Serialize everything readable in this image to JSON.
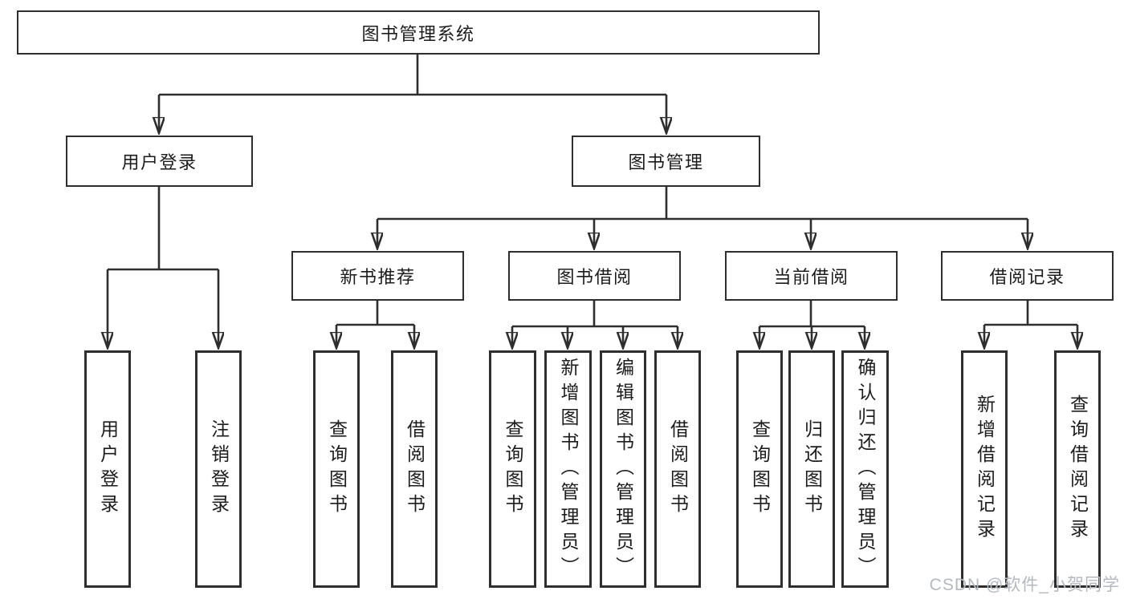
{
  "colors": {
    "background": "#ffffff",
    "line": "#2e2e2e",
    "box_border": "#2e2e2e",
    "text": "#1c1c1c",
    "watermark": "#b3b9c1"
  },
  "watermark": {
    "text": "CSDN @软件_小贺同学"
  },
  "tree": {
    "root": {
      "label": "图书管理系统"
    },
    "branches": [
      {
        "label": "用户登录",
        "leaves": [
          {
            "label": "用户登录"
          },
          {
            "label": "注销登录"
          }
        ]
      },
      {
        "label": "图书管理",
        "groups": [
          {
            "label": "新书推荐",
            "leaves": [
              {
                "label": "查询图书"
              },
              {
                "label": "借阅图书"
              }
            ]
          },
          {
            "label": "图书借阅",
            "leaves": [
              {
                "label": "查询图书"
              },
              {
                "label": "新增图书（管理员）"
              },
              {
                "label": "编辑图书（管理员）"
              },
              {
                "label": "借阅图书"
              }
            ]
          },
          {
            "label": "当前借阅",
            "leaves": [
              {
                "label": "查询图书"
              },
              {
                "label": "归还图书"
              },
              {
                "label": "确认归还（管理员）"
              }
            ]
          },
          {
            "label": "借阅记录",
            "leaves": [
              {
                "label": "新增借阅记录"
              },
              {
                "label": "查询借阅记录"
              }
            ]
          }
        ]
      }
    ]
  }
}
